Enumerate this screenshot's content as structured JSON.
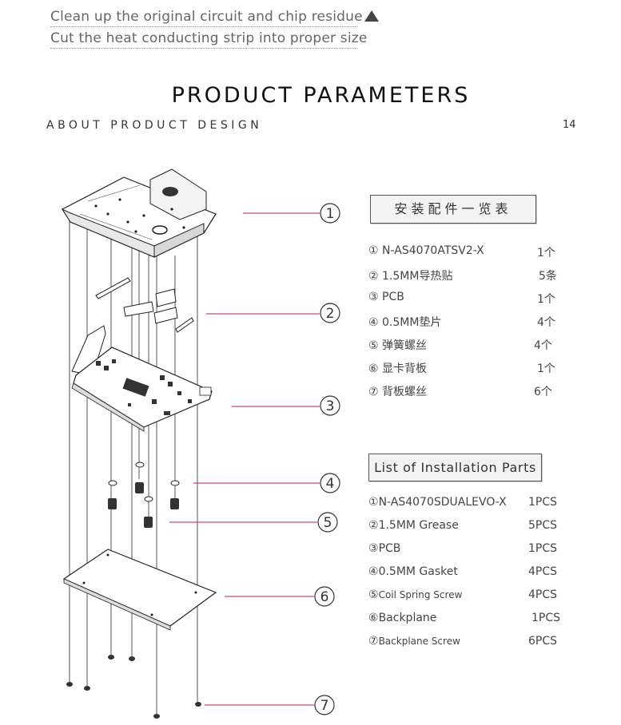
{
  "steps": {
    "line1": "Clean up the original circuit and chip residue",
    "line2": "Cut the heat conducting strip into proper size"
  },
  "header": {
    "title": "PRODUCT PARAMETERS",
    "subtitle": "ABOUT PRODUCT DESIGN",
    "page_number": "14"
  },
  "callouts": [
    "1",
    "2",
    "3",
    "4",
    "5",
    "6",
    "7"
  ],
  "parts_cn": {
    "heading": "安装配件一览表",
    "items": [
      {
        "num": "①",
        "name": "N-AS4070ATSV2-X",
        "qty": "1个"
      },
      {
        "num": "②",
        "name": "1.5MM导热贴",
        "qty": "5条"
      },
      {
        "num": "③",
        "name": "PCB",
        "qty": "1个"
      },
      {
        "num": "④",
        "name": "0.5MM垫片",
        "qty": "4个"
      },
      {
        "num": "⑤",
        "name": "弹簧螺丝",
        "qty": "4个"
      },
      {
        "num": "⑥",
        "name": "显卡背板",
        "qty": "1个"
      },
      {
        "num": "⑦",
        "name": "背板螺丝",
        "qty": "6个"
      }
    ]
  },
  "parts_en": {
    "heading": "List of Installation Parts",
    "items": [
      {
        "num": "①",
        "name": "N-AS4070SDUALEVO-X",
        "qty": "1PCS"
      },
      {
        "num": "②",
        "name": "1.5MM Grease",
        "qty": "5PCS"
      },
      {
        "num": "③",
        "name": "PCB",
        "qty": "1PCS"
      },
      {
        "num": "④",
        "name": "0.5MM Gasket",
        "qty": "4PCS"
      },
      {
        "num": "⑤",
        "name": "Coil Spring Screw",
        "qty": "4PCS"
      },
      {
        "num": "⑥",
        "name": "Backplane",
        "qty": "1PCS"
      },
      {
        "num": "⑦",
        "name": "Backplane Screw",
        "qty": "6PCS"
      }
    ]
  },
  "colors": {
    "leader_line": "#c2185b",
    "text": "#333333"
  }
}
